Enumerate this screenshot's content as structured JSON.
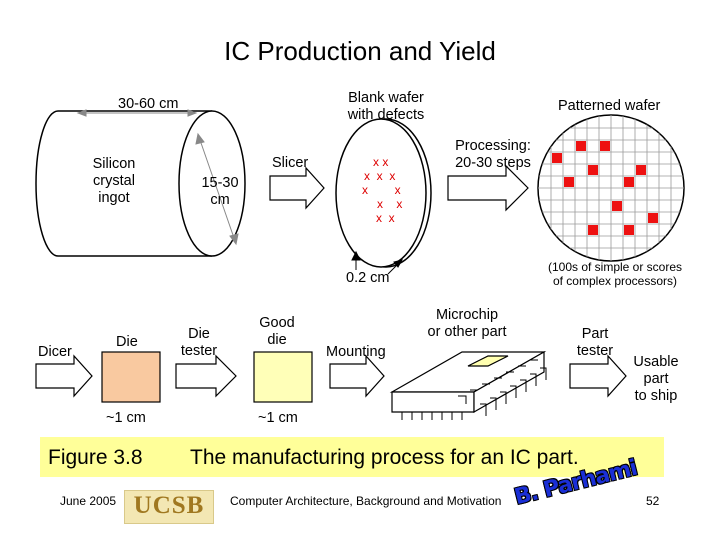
{
  "title": "IC Production and Yield",
  "labels": {
    "ingot_length": "30-60 cm",
    "ingot_name_1": "Silicon",
    "ingot_name_2": "crystal",
    "ingot_name_3": "ingot",
    "ingot_diameter_1": "15-30",
    "ingot_diameter_2": "cm",
    "slicer": "Slicer",
    "blank_wafer_1": "Blank wafer",
    "blank_wafer_2": "with defects",
    "wafer_thickness": "0.2 cm",
    "processing_1": "Processing:",
    "processing_2": "20-30 steps",
    "patterned_wafer": "Patterned wafer",
    "processors_note_1": "(100s of simple or scores",
    "processors_note_2": "of complex processors)",
    "dicer": "Dicer",
    "die": "Die",
    "die_size": "~1 cm",
    "die_tester_1": "Die",
    "die_tester_2": "tester",
    "good_die_1": "Good",
    "good_die_2": "die",
    "good_die_size": "~1 cm",
    "mounting": "Mounting",
    "microchip_1": "Microchip",
    "microchip_2": "or other part",
    "part_tester_1": "Part",
    "part_tester_2": "tester",
    "ship_1": "Usable",
    "ship_2": "part",
    "ship_3": "to ship"
  },
  "defect_marks": [
    "x x",
    "x  x  x",
    "x        x",
    "x    x",
    "x  x"
  ],
  "caption": {
    "figure": "Figure 3.8",
    "text": "The manufacturing process for an IC part."
  },
  "footer": {
    "date": "June 2005",
    "logo": "UCSB",
    "course": "Computer Architecture, Background and Motivation",
    "author": "B. Parhami",
    "page": "52"
  },
  "colors": {
    "caption_bg": "#ffff99",
    "die_fill": "#f9c9a0",
    "good_die_fill": "#ffffb8",
    "defect": "#dd0000",
    "patterned_die": "#ee1111"
  }
}
